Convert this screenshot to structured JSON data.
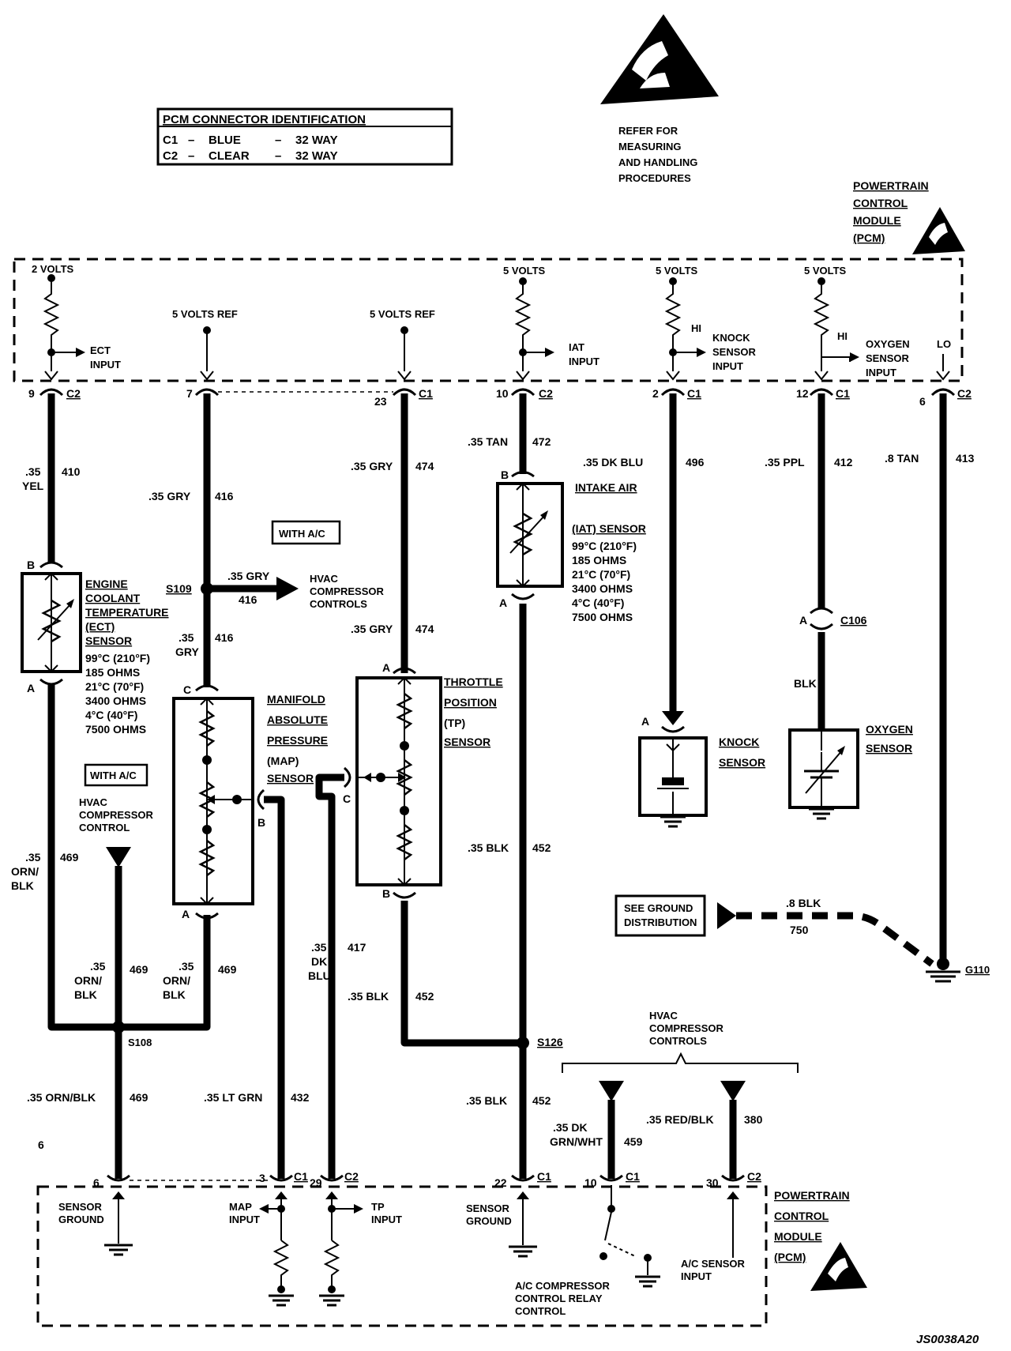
{
  "pcm_connector_id": {
    "title": "PCM CONNECTOR IDENTIFICATION",
    "rows": [
      {
        "conn": "C1",
        "dash": "–",
        "color": "BLUE",
        "dash2": "–",
        "ways": "32 WAY"
      },
      {
        "conn": "C2",
        "dash": "–",
        "color": "CLEAR",
        "dash2": "–",
        "ways": "32 WAY"
      }
    ]
  },
  "esd_note": [
    "REFER FOR",
    "MEASURING",
    "AND HANDLING",
    "PROCEDURES"
  ],
  "pcm_label": [
    "POWERTRAIN",
    "CONTROL",
    "MODULE",
    "(PCM)"
  ],
  "pcm_top": {
    "ect_volts": "2 VOLTS",
    "ect_input": [
      "ECT",
      "INPUT"
    ],
    "ref1": "5 VOLTS REF",
    "ref2": "5 VOLTS REF",
    "iat_volts": "5 VOLTS",
    "iat_input": [
      "IAT",
      "INPUT"
    ],
    "knock_volts": "5 VOLTS",
    "knock_hi": "HI",
    "knock_input": [
      "KNOCK",
      "SENSOR",
      "INPUT"
    ],
    "o2_volts": "5 VOLTS",
    "o2_hi": "HI",
    "o2_input": [
      "OXYGEN",
      "SENSOR",
      "INPUT"
    ],
    "o2_lo": "LO"
  },
  "top_pins": [
    {
      "pin": "9",
      "conn": "C2"
    },
    {
      "pin": "7",
      "conn": ""
    },
    {
      "pin": "23",
      "conn": "C1"
    },
    {
      "pin": "10",
      "conn": "C2"
    },
    {
      "pin": "2",
      "conn": "C1"
    },
    {
      "pin": "12",
      "conn": "C1"
    },
    {
      "pin": "6",
      "conn": "C2"
    }
  ],
  "wires": {
    "w410_size": ".35",
    "w410_color": "YEL",
    "w410_num": "410",
    "w416_label": ".35 GRY",
    "w416_num": "416",
    "w474_label": ".35 GRY",
    "w474_num": "474",
    "w472_label": ".35 TAN",
    "w472_num": "472",
    "w496_label": ".35 DK BLU",
    "w496_num": "496",
    "w412_label": ".35 PPL",
    "w412_num": "412",
    "w413_label": ".8 TAN",
    "w413_num": "413",
    "w416b_label": ".35 GRY",
    "w416b_num": "416",
    "w416c_size": ".35",
    "w416c_color": "GRY",
    "w416c_num": "416",
    "w474b_label": ".35 GRY",
    "w474b_num": "474",
    "w469a": [
      ".35",
      "ORN/",
      "BLK"
    ],
    "w469a_num": "469",
    "w469b": [
      ".35",
      "ORN/",
      "BLK"
    ],
    "w469b_num": "469",
    "w469c": [
      ".35",
      "ORN/",
      "BLK"
    ],
    "w469c_num": "469",
    "w469d_label": ".35 ORN/BLK",
    "w469d_num": "469",
    "w417": [
      ".35",
      "DK",
      "BLU"
    ],
    "w417_num": "417",
    "w452a_label": ".35 BLK",
    "w452a_num": "452",
    "w452b_label": ".35 BLK",
    "w452b_num": "452",
    "w452c_label": ".35 BLK",
    "w452c_num": "452",
    "w432_label": ".35 LT GRN",
    "w432_num": "432",
    "w750_label": ".8 BLK",
    "w750_num": "750",
    "w459": [
      ".35 DK",
      "GRN/WHT"
    ],
    "w459_num": "459",
    "w380_label": ".35 RED/BLK",
    "w380_num": "380",
    "blk_label": "BLK"
  },
  "with_ac_1": "WITH A/C",
  "with_ac_2": "WITH A/C",
  "s109": "S109",
  "s108": "S108",
  "s126": "S126",
  "hvac_arrow": [
    "HVAC",
    "COMPRESSOR",
    "CONTROLS"
  ],
  "hvac_ctrl": [
    "HVAC",
    "COMPRESSOR",
    "CONTROL"
  ],
  "hvac_controls_bottom": [
    "HVAC",
    "COMPRESSOR",
    "CONTROLS"
  ],
  "ect_sensor": {
    "name": [
      "ENGINE",
      "COOLANT",
      "TEMPERATURE",
      "(ECT)",
      "SENSOR"
    ],
    "specs": [
      "99°C (210°F)",
      "185 OHMS",
      "21°C (70°F)",
      "3400 OHMS",
      "4°C (40°F)",
      "7500 OHMS"
    ],
    "pin_b": "B",
    "pin_a": "A"
  },
  "iat_sensor": {
    "name": [
      "INTAKE AIR",
      "(IAT) SENSOR"
    ],
    "specs": [
      "99°C (210°F)",
      "185 OHMS",
      "21°C (70°F)",
      "3400 OHMS",
      "4°C (40°F)",
      "7500 OHMS"
    ],
    "pin_b": "B",
    "pin_a": "A"
  },
  "map_sensor": {
    "name": [
      "MANIFOLD",
      "ABSOLUTE",
      "PRESSURE",
      "(MAP)",
      "SENSOR"
    ],
    "pin_c": "C",
    "pin_b": "B",
    "pin_a": "A"
  },
  "tp_sensor": {
    "name": [
      "THROTTLE",
      "POSITION",
      "(TP)",
      "SENSOR"
    ],
    "pin_a": "A",
    "pin_c": "C",
    "pin_b": "B"
  },
  "knock_sensor": {
    "name": [
      "KNOCK",
      "SENSOR"
    ],
    "pin_a": "A"
  },
  "o2_sensor": {
    "name": [
      "OXYGEN",
      "SENSOR"
    ]
  },
  "c106": {
    "pin": "A",
    "name": "C106"
  },
  "ground_dist": [
    "SEE GROUND",
    "DISTRIBUTION"
  ],
  "g110": "G110",
  "stray_6": "6",
  "bottom_pins": [
    {
      "pin": "6",
      "conn": ""
    },
    {
      "pin": "3",
      "conn": "C1"
    },
    {
      "pin": "29",
      "conn": "C2"
    },
    {
      "pin": "22",
      "conn": "C1"
    },
    {
      "pin": "10",
      "conn": "C1"
    },
    {
      "pin": "30",
      "conn": "C2"
    }
  ],
  "pcm_bottom": {
    "sensor_ground_1": [
      "SENSOR",
      "GROUND"
    ],
    "map_input": [
      "MAP",
      "INPUT"
    ],
    "tp_input": [
      "TP",
      "INPUT"
    ],
    "sensor_ground_2": [
      "SENSOR",
      "GROUND"
    ],
    "relay": [
      "A/C COMPRESSOR",
      "CONTROL RELAY",
      "CONTROL"
    ],
    "ac_sensor": [
      "A/C SENSOR",
      "INPUT"
    ]
  },
  "pcm_label_bottom": [
    "POWERTRAIN",
    "CONTROL",
    "MODULE",
    "(PCM)"
  ],
  "figure_code": "JS0038A20"
}
